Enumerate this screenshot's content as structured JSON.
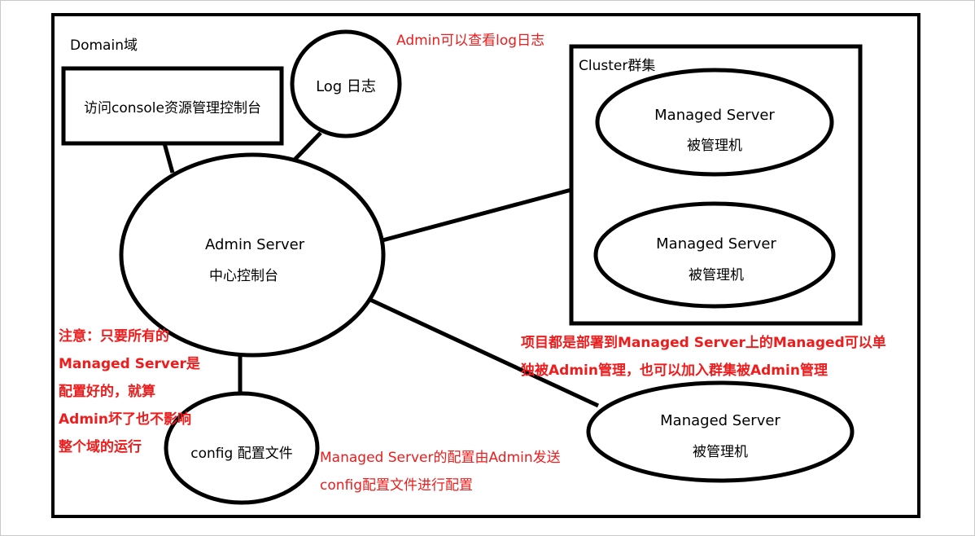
{
  "colors": {
    "stroke": "#000000",
    "annotation": "#ee1c1c",
    "background": "#ffffff"
  },
  "domain": {
    "label": "Domain域"
  },
  "console": {
    "label": "访问console资源管理控制台"
  },
  "log": {
    "label": "Log 日志"
  },
  "log_note": "Admin可以查看log日志",
  "cluster": {
    "label": "Cluster群集",
    "servers": [
      {
        "line1": "Managed Server",
        "line2": "被管理机"
      },
      {
        "line1": "Managed Server",
        "line2": "被管理机"
      }
    ]
  },
  "admin": {
    "line1": "Admin Server",
    "line2": "中心控制台"
  },
  "standalone": {
    "line1": "Managed Server",
    "line2": "被管理机"
  },
  "config": {
    "label": "config 配置文件"
  },
  "config_note": {
    "line1": "Managed Server的配置由Admin发送",
    "line2": "config配置文件进行配置"
  },
  "deploy_note": {
    "line1": "项目都是部署到Managed Server上的Managed可以单",
    "line2": "独被Admin管理，也可以加入群集被Admin管理"
  },
  "warning_note": {
    "lines": [
      "注意：只要所有的",
      "Managed Server是",
      "配置好的，就算",
      "Admin坏了也不影响",
      "整个域的运行"
    ]
  }
}
